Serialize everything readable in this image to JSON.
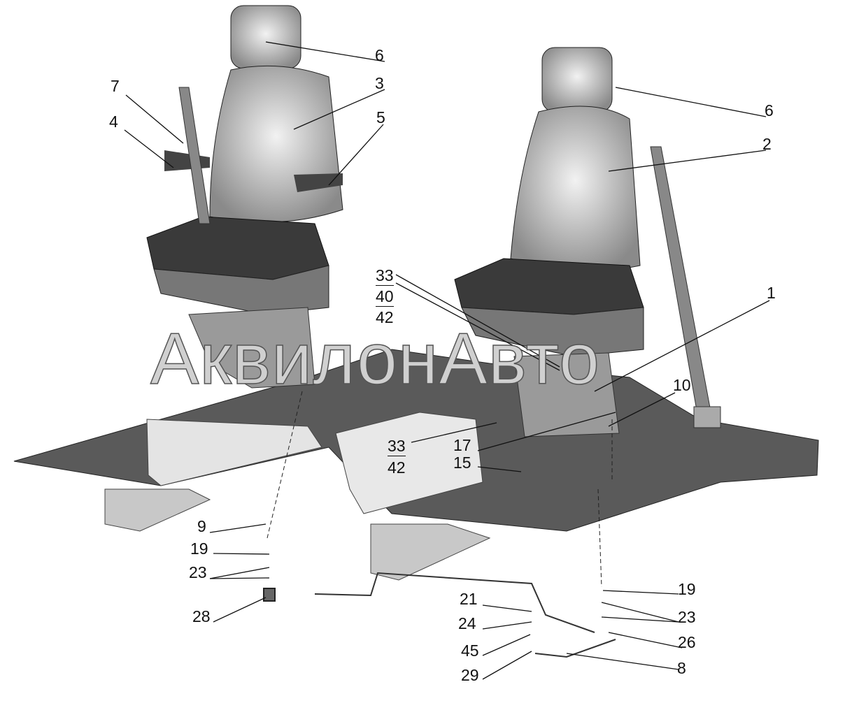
{
  "watermark": "АквилонАвто",
  "callouts": {
    "headrest_left": "6",
    "seat_back_left": "3",
    "belt_left": "7",
    "armrest_left": "4",
    "armrest_right": "5",
    "headrest_right": "6",
    "seat_right": "2",
    "stack_a": [
      "33",
      "40",
      "42"
    ],
    "base_frame": "1",
    "item_10": "10",
    "stack_b": [
      "33",
      "42"
    ],
    "item_17": "17",
    "item_15": "15",
    "item_9": "9",
    "item_19_left": "19",
    "item_23_left": "23",
    "item_28": "28",
    "item_21": "21",
    "item_24": "24",
    "item_45": "45",
    "item_29": "29",
    "item_8": "8",
    "item_26": "26",
    "item_23_right": "23",
    "item_19_right": "19"
  },
  "colors": {
    "line": "#111111",
    "body": "#b8b8b8",
    "dark": "#3a3a3a"
  }
}
